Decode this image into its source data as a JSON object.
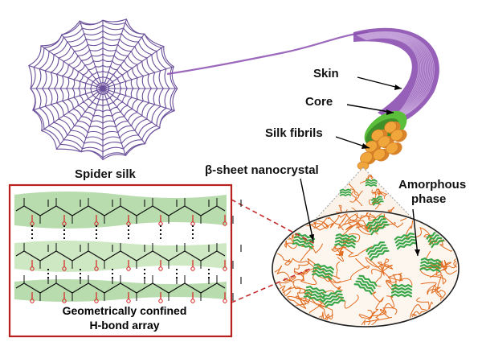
{
  "labels": {
    "spider_silk": "Spider silk",
    "skin": "Skin",
    "core": "Core",
    "silk_fibrils": "Silk fibrils",
    "beta_sheet": "β-sheet nanocrystal",
    "amorphous_line1": "Amorphous",
    "amorphous_line2": "phase",
    "hbond_line1": "Geometrically confined",
    "hbond_line2": "H-bond array"
  },
  "colors": {
    "web": "#6a4f9a",
    "fiber_purple": "#8b4fb0",
    "fiber_light": "#c9a6de",
    "core_green": "#5cbf3c",
    "fibril_orange": "#f0a63a",
    "fibril_shadow": "#d9832a",
    "amorphous_chain": "#e06a1e",
    "crystal_green": "#3aa64a",
    "box_border": "#b8211f",
    "box_band": "#b9dcae",
    "bond_red": "#d42020",
    "dash_red": "#c42a2a"
  }
}
